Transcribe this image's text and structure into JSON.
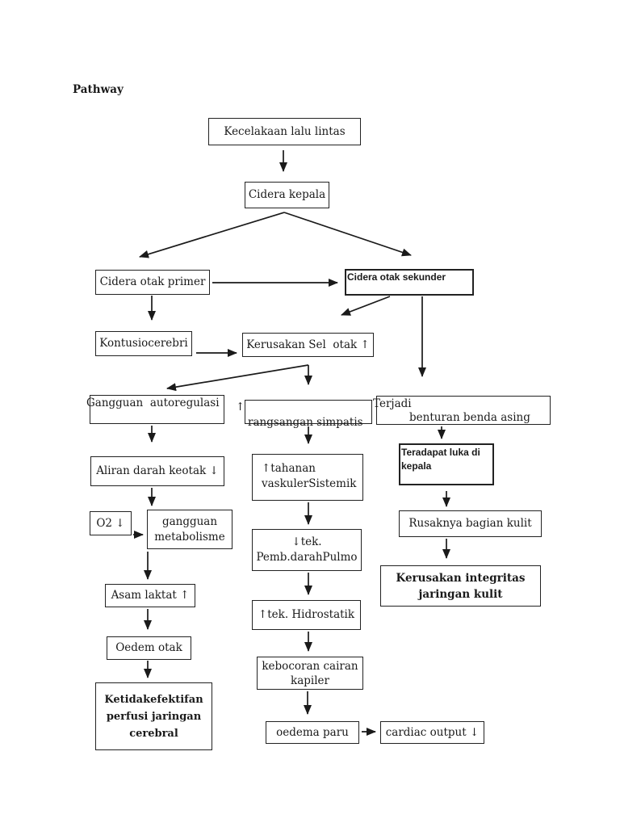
{
  "page": {
    "title": "Pathway",
    "background": "#ffffff",
    "ink": "#1a1a1a"
  },
  "nodes": {
    "kecelakaan": {
      "label": "Kecelakaan lalu lintas"
    },
    "cidera_kepala": {
      "label": "Cidera kepala"
    },
    "cidera_otak_primer": {
      "label": "Cidera otak primer"
    },
    "cidera_otak_sekunder": {
      "label": "Cidera otak sekunder"
    },
    "kontusiocerebri": {
      "label": "Kontusiocerebri"
    },
    "kerusakan_sel_otak": {
      "label": "Kerusakan Sel  otak ↑"
    },
    "gangguan_autoregulasi": {
      "label": "Gangguan  autoregulasi"
    },
    "rangsangan_simpatis": {
      "arrow_prefix": "↑",
      "label": "rangsangan simpatis"
    },
    "terjadi_benturan": {
      "line1": "Terjadi",
      "line2": "benturan benda asing"
    },
    "aliran_darah": {
      "label": "Aliran darah keotak ↓"
    },
    "o2": {
      "label": "O2 ↓"
    },
    "gangguan_metabolisme": {
      "line1": "gangguan",
      "line2": "metabolisme"
    },
    "tahanan_vaskuler": {
      "line1": "↑tahanan",
      "line2": "vaskulerSistemik"
    },
    "teradapat_luka": {
      "line1": "Teradapat luka di",
      "line2": "kepala"
    },
    "asam_laktat": {
      "label": "Asam laktat ↑"
    },
    "tek_pemb_darah": {
      "line1": "↓tek.",
      "line2": "Pemb.darahPulmo"
    },
    "rusaknya_bagian_kulit": {
      "label": "Rusaknya bagian kulit"
    },
    "oedem_otak": {
      "label": "Oedem otak"
    },
    "tek_hidrostatik": {
      "label": "↑tek. Hidrostatik"
    },
    "kerusakan_integritas": {
      "line1": "Kerusakan integritas",
      "line2": "jaringan kulit"
    },
    "ketidakefektifan": {
      "line1": "Ketidakefektifan",
      "line2": "perfusi jaringan",
      "line3": "cerebral"
    },
    "kebocoran_cairan": {
      "line1": "kebocoran cairan",
      "line2": "kapiler"
    },
    "oedema_paru": {
      "label": "oedema paru"
    },
    "cardiac_output": {
      "label": "cardiac output ↓"
    }
  }
}
